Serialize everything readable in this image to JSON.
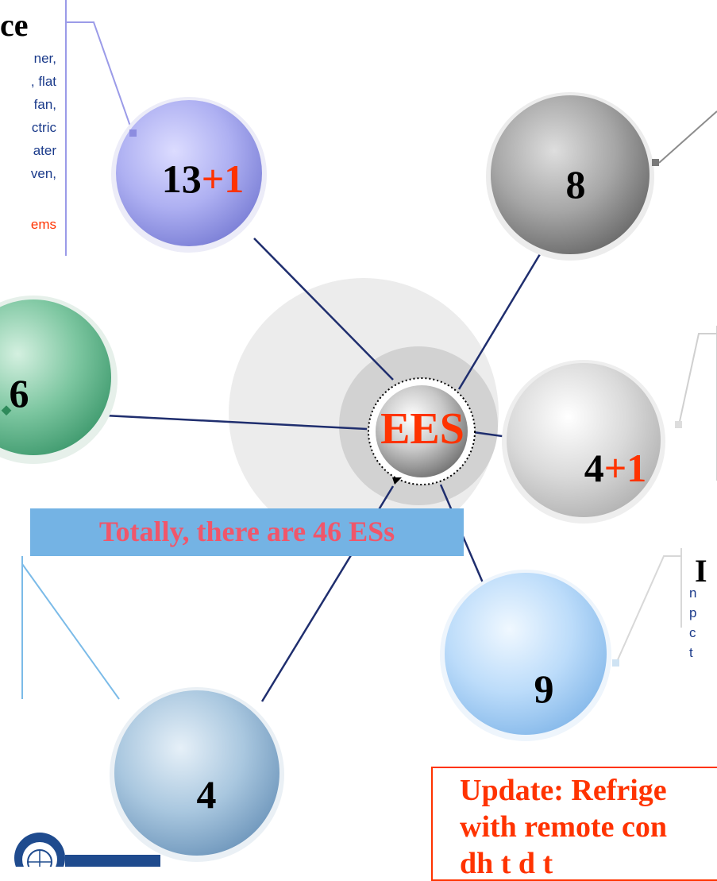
{
  "top_left_panel": {
    "heading": "ce",
    "lines": [
      "ner,",
      ", flat",
      "fan,",
      "ctric",
      "ater",
      "ven,"
    ],
    "note": "ems"
  },
  "nodes": {
    "purple": {
      "base": "13",
      "plus": "+1"
    },
    "gray": {
      "base": "8"
    },
    "green": {
      "base": "6"
    },
    "center": {
      "label": "EES"
    },
    "silver": {
      "base": "4",
      "plus": "+1"
    },
    "lightblue": {
      "base": "9"
    },
    "steelblue": {
      "base": "4"
    }
  },
  "right_panel": {
    "heading": "I",
    "lines": [
      "n",
      "p",
      "c",
      "t"
    ]
  },
  "total_banner": {
    "text": "Totally, there are 46 ESs"
  },
  "update_box": {
    "line1": "Update: Refrige",
    "line2": "with remote con",
    "line3": "dh    t  d  t"
  },
  "colors": {
    "accent_red": "#ff3300",
    "banner_blue": "#74b3e4",
    "banner_text": "#f0566a",
    "line_navy": "#1f2e6e"
  }
}
